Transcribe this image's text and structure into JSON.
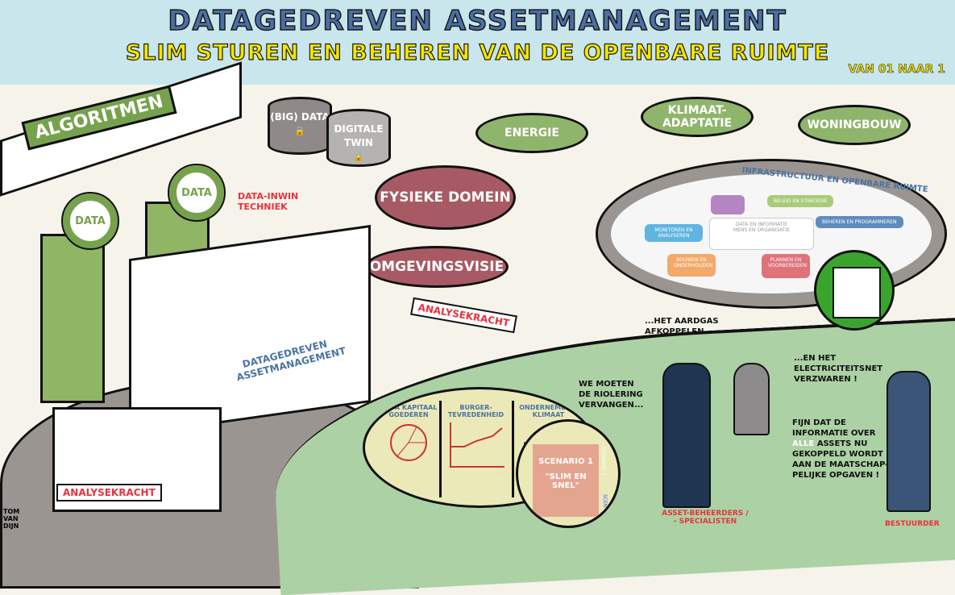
{
  "header": {
    "title": "DATAGEDREVEN ASSETMANAGEMENT",
    "subtitle": "SLIM STUREN EN BEHEREN VAN DE OPENBARE RUIMTE",
    "version": "VAN 01 NAAR 1"
  },
  "station": {
    "sign": "ALGORITMEN",
    "pump_labels": [
      "DATA",
      "DATA"
    ]
  },
  "databases": [
    {
      "label": "(BIG) DATA"
    },
    {
      "label": "DIGITALE TWIN"
    }
  ],
  "sensor": {
    "label": "DATA-INWIN TECHNIEK"
  },
  "themes": [
    "ENERGIE",
    "KLIMAAT-ADAPTATIE",
    "WONINGBOUW"
  ],
  "domains": [
    "FYSIEKE DOMEIN",
    "OMGEVINGSVISIE"
  ],
  "island": {
    "title": "INFRASTRUCTUUR EN OPENBARE RUIMTE",
    "center": [
      "DATA EN INFORMATIE",
      "MENS EN ORGANISATIE"
    ],
    "segments": [
      {
        "label": "BELEID EN STRATEGIE",
        "color": "#a8cc7a"
      },
      {
        "label": "BEHEREN EN PROGRAMMEREN",
        "color": "#5f8cbd"
      },
      {
        "label": "PLANNEN EN VOORBEREIDEN",
        "color": "#e0727a"
      },
      {
        "label": "BOUWEN EN ONDERHOUDEN",
        "color": "#f2a96a"
      },
      {
        "label": "MONITOREN EN ANALYSEREN",
        "color": "#5fb5e0"
      },
      {
        "label": "",
        "color": "#b584c2"
      }
    ]
  },
  "vehicles": {
    "truck_label": "DATAGEDREVEN ASSETMANAGEMENT",
    "analysis_labels": [
      "ANALYSEKRACHT",
      "ANALYSEKRACHT"
    ]
  },
  "dashboard": {
    "panels": [
      "NOTA KAPITAAL GOEDEREN",
      "BURGER-TEVREDENHEID",
      "ONDERNEMERS-KLIMAAT"
    ]
  },
  "scenario": {
    "title": "SCENARIO 1",
    "quote": "\"SLIM EN SNEL\"",
    "tab": "SCENARIO 1",
    "tab2": "SCEN"
  },
  "speech": {
    "gas": "...HET AARDGAS AFKOPPELEN...",
    "net": "...EN HET ELECTRICITEITSNET VERZWAREN !",
    "riool": "WE MOETEN DE RIOLERING VERVANGEN...",
    "fijn_pre": "FIJN DAT DE INFORMATIE OVER",
    "fijn_hl": "ALLE",
    "fijn_post": "ASSETS NU GEKOPPELD WORDT AAN DE MAATSCHAP-PELIJKE OPGAVEN !"
  },
  "roles": {
    "specialists": "ASSET-BEHEERDERS / - SPECIALISTEN",
    "director": "BESTUURDER"
  },
  "author": "TOM VAN DIJN"
}
